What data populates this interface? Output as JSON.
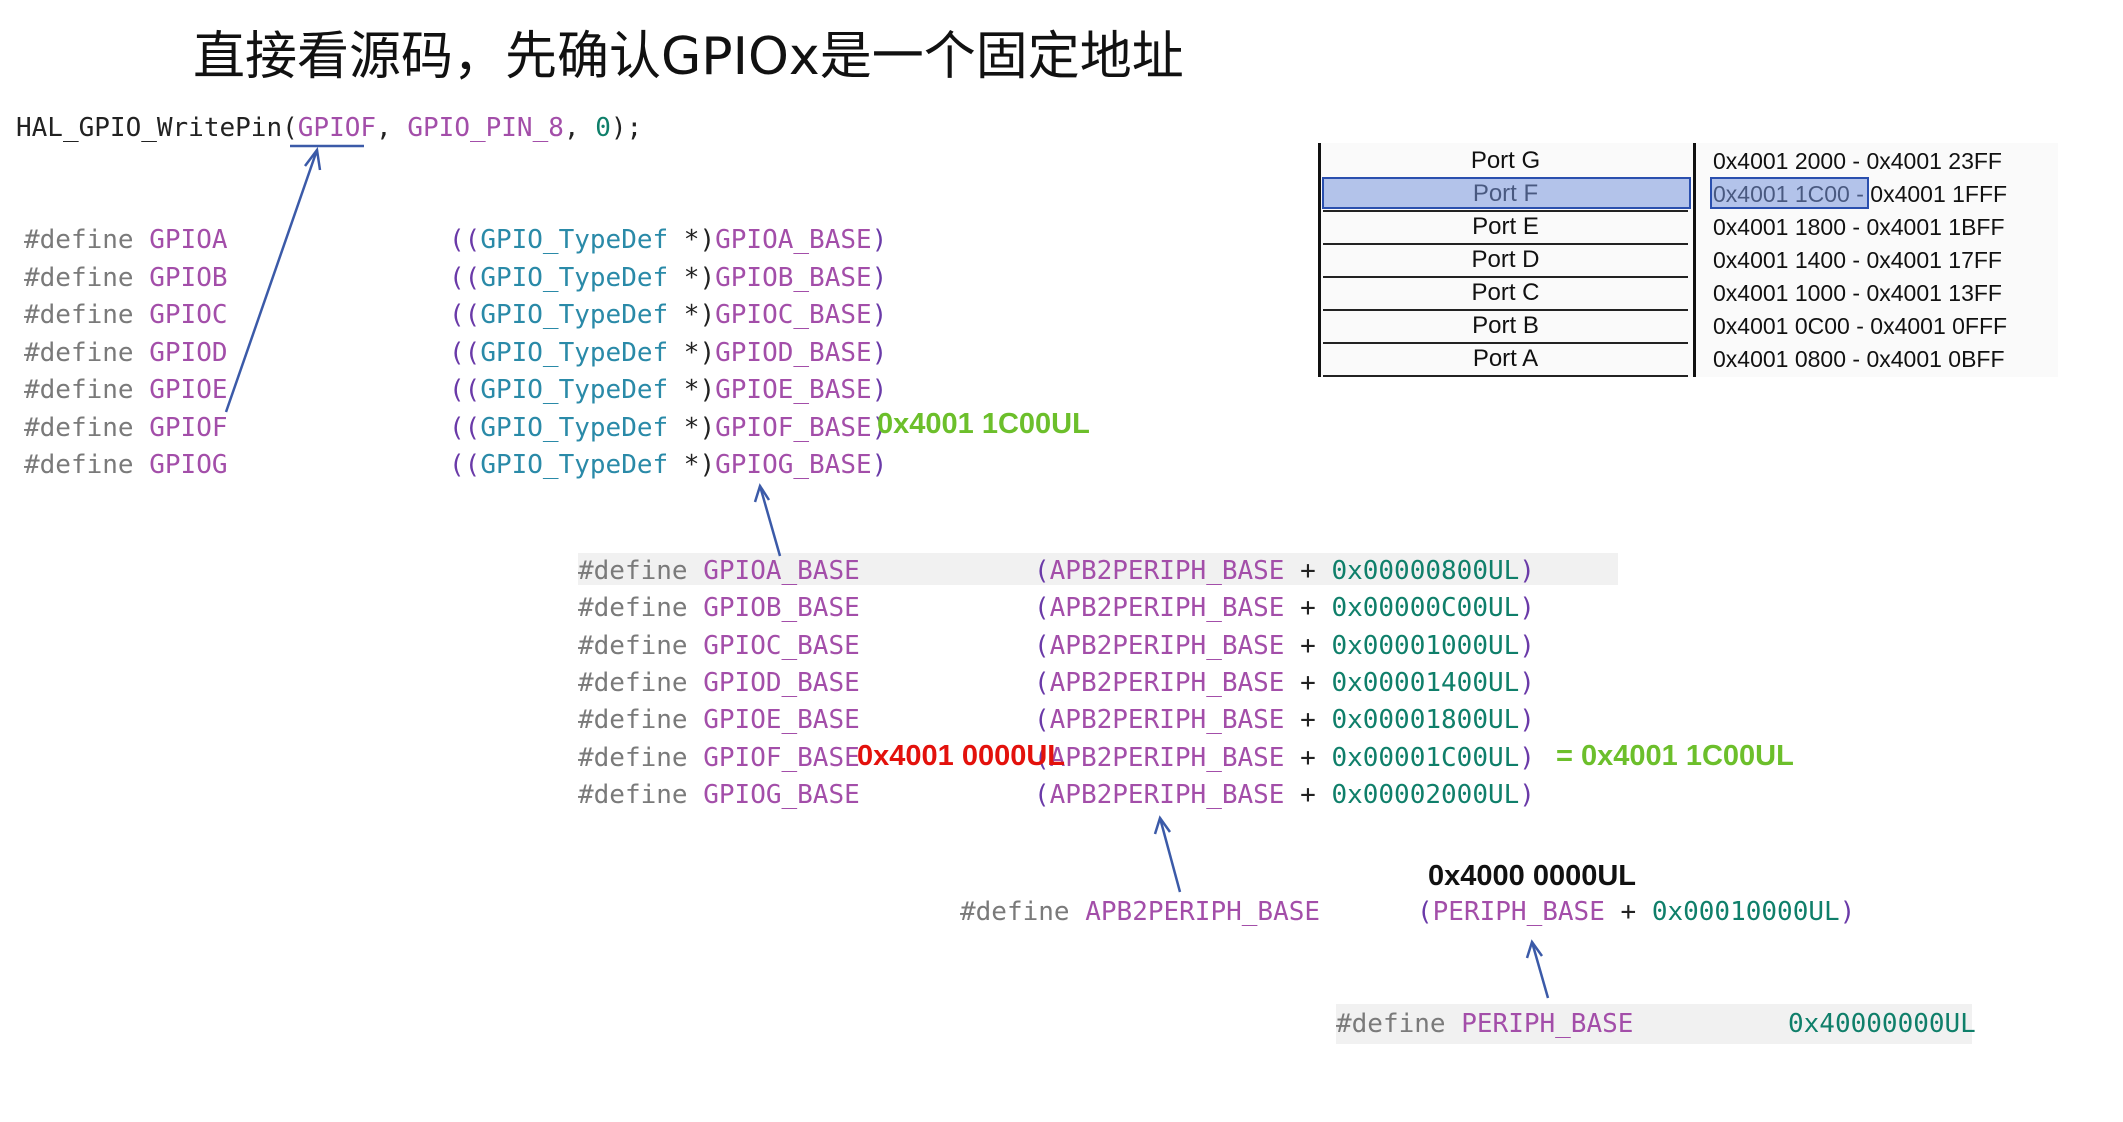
{
  "title": "直接看源码，先确认GPIOx是一个固定地址",
  "call": {
    "func": "HAL_GPIO_WritePin",
    "open": "(",
    "arg1": "GPIOF",
    "sep1": ", ",
    "arg2": "GPIO_PIN_8",
    "sep2": ", ",
    "arg3": "0",
    "close": ");"
  },
  "gpio_defines": [
    {
      "kw": "#define",
      "name": "GPIOA",
      "open": "((",
      "type": "GPIO_TypeDef",
      "star": " *)",
      "base": "GPIOA_BASE",
      "close": ")"
    },
    {
      "kw": "#define",
      "name": "GPIOB",
      "open": "((",
      "type": "GPIO_TypeDef",
      "star": " *)",
      "base": "GPIOB_BASE",
      "close": ")"
    },
    {
      "kw": "#define",
      "name": "GPIOC",
      "open": "((",
      "type": "GPIO_TypeDef",
      "star": " *)",
      "base": "GPIOC_BASE",
      "close": ")"
    },
    {
      "kw": "#define",
      "name": "GPIOD",
      "open": "((",
      "type": "GPIO_TypeDef",
      "star": " *)",
      "base": "GPIOD_BASE",
      "close": ")"
    },
    {
      "kw": "#define",
      "name": "GPIOE",
      "open": "((",
      "type": "GPIO_TypeDef",
      "star": " *)",
      "base": "GPIOE_BASE",
      "close": ")"
    },
    {
      "kw": "#define",
      "name": "GPIOF",
      "open": "((",
      "type": "GPIO_TypeDef",
      "star": " *)",
      "base": "GPIOF_BASE",
      "close": ")"
    },
    {
      "kw": "#define",
      "name": "GPIOG",
      "open": "((",
      "type": "GPIO_TypeDef",
      "star": " *)",
      "base": "GPIOG_BASE",
      "close": ")"
    }
  ],
  "gpiof_value": "0x4001 1C00UL",
  "base_defines": [
    {
      "kw": "#define",
      "name": "GPIOA_BASE",
      "open": "(",
      "periph": "APB2PERIPH_BASE",
      "plus": " + ",
      "offset": "0x00000800UL",
      "close": ")"
    },
    {
      "kw": "#define",
      "name": "GPIOB_BASE",
      "open": "(",
      "periph": "APB2PERIPH_BASE",
      "plus": " + ",
      "offset": "0x00000C00UL",
      "close": ")"
    },
    {
      "kw": "#define",
      "name": "GPIOC_BASE",
      "open": "(",
      "periph": "APB2PERIPH_BASE",
      "plus": " + ",
      "offset": "0x00001000UL",
      "close": ")"
    },
    {
      "kw": "#define",
      "name": "GPIOD_BASE",
      "open": "(",
      "periph": "APB2PERIPH_BASE",
      "plus": " + ",
      "offset": "0x00001400UL",
      "close": ")"
    },
    {
      "kw": "#define",
      "name": "GPIOE_BASE",
      "open": "(",
      "periph": "APB2PERIPH_BASE",
      "plus": " + ",
      "offset": "0x00001800UL",
      "close": ")"
    },
    {
      "kw": "#define",
      "name": "GPIOF_BASE",
      "open": "(",
      "periph": "APB2PERIPH_BASE",
      "plus": " + ",
      "offset": "0x00001C00UL",
      "close": ")"
    },
    {
      "kw": "#define",
      "name": "GPIOG_BASE",
      "open": "(",
      "periph": "APB2PERIPH_BASE",
      "plus": " + ",
      "offset": "0x00002000UL",
      "close": ")"
    }
  ],
  "gpiof_base_red": "0x4001 0000UL",
  "gpiof_base_sum": "= 0x4001 1C00UL",
  "apb2": {
    "kw": "#define",
    "name": "APB2PERIPH_BASE",
    "open": "(",
    "periph": "PERIPH_BASE",
    "plus": " + ",
    "offset": "0x00010000UL",
    "close": ")"
  },
  "periph_value": "0x4000 0000UL",
  "periph": {
    "kw": "#define",
    "name": "PERIPH_BASE",
    "value": "0x40000000UL"
  },
  "memory_map": [
    {
      "port": "Port G",
      "range": "0x4001 2000 - 0x4001 23FF"
    },
    {
      "port": "Port F",
      "range": "0x4001 1C00 - 0x4001 1FFF"
    },
    {
      "port": "Port E",
      "range": "0x4001 1800 - 0x4001 1BFF"
    },
    {
      "port": "Port D",
      "range": "0x4001 1400 - 0x4001 17FF"
    },
    {
      "port": "Port C",
      "range": "0x4001 1000 - 0x4001 13FF"
    },
    {
      "port": "Port B",
      "range": "0x4001 0C00 - 0x4001 0FFF"
    },
    {
      "port": "Port A",
      "range": "0x4001 0800 - 0x4001 0BFF"
    }
  ],
  "colors": {
    "accent_green": "#6cbf2b",
    "accent_red": "#e3110c",
    "arrow": "#3b5aa8",
    "highlight": "#7896dc"
  }
}
